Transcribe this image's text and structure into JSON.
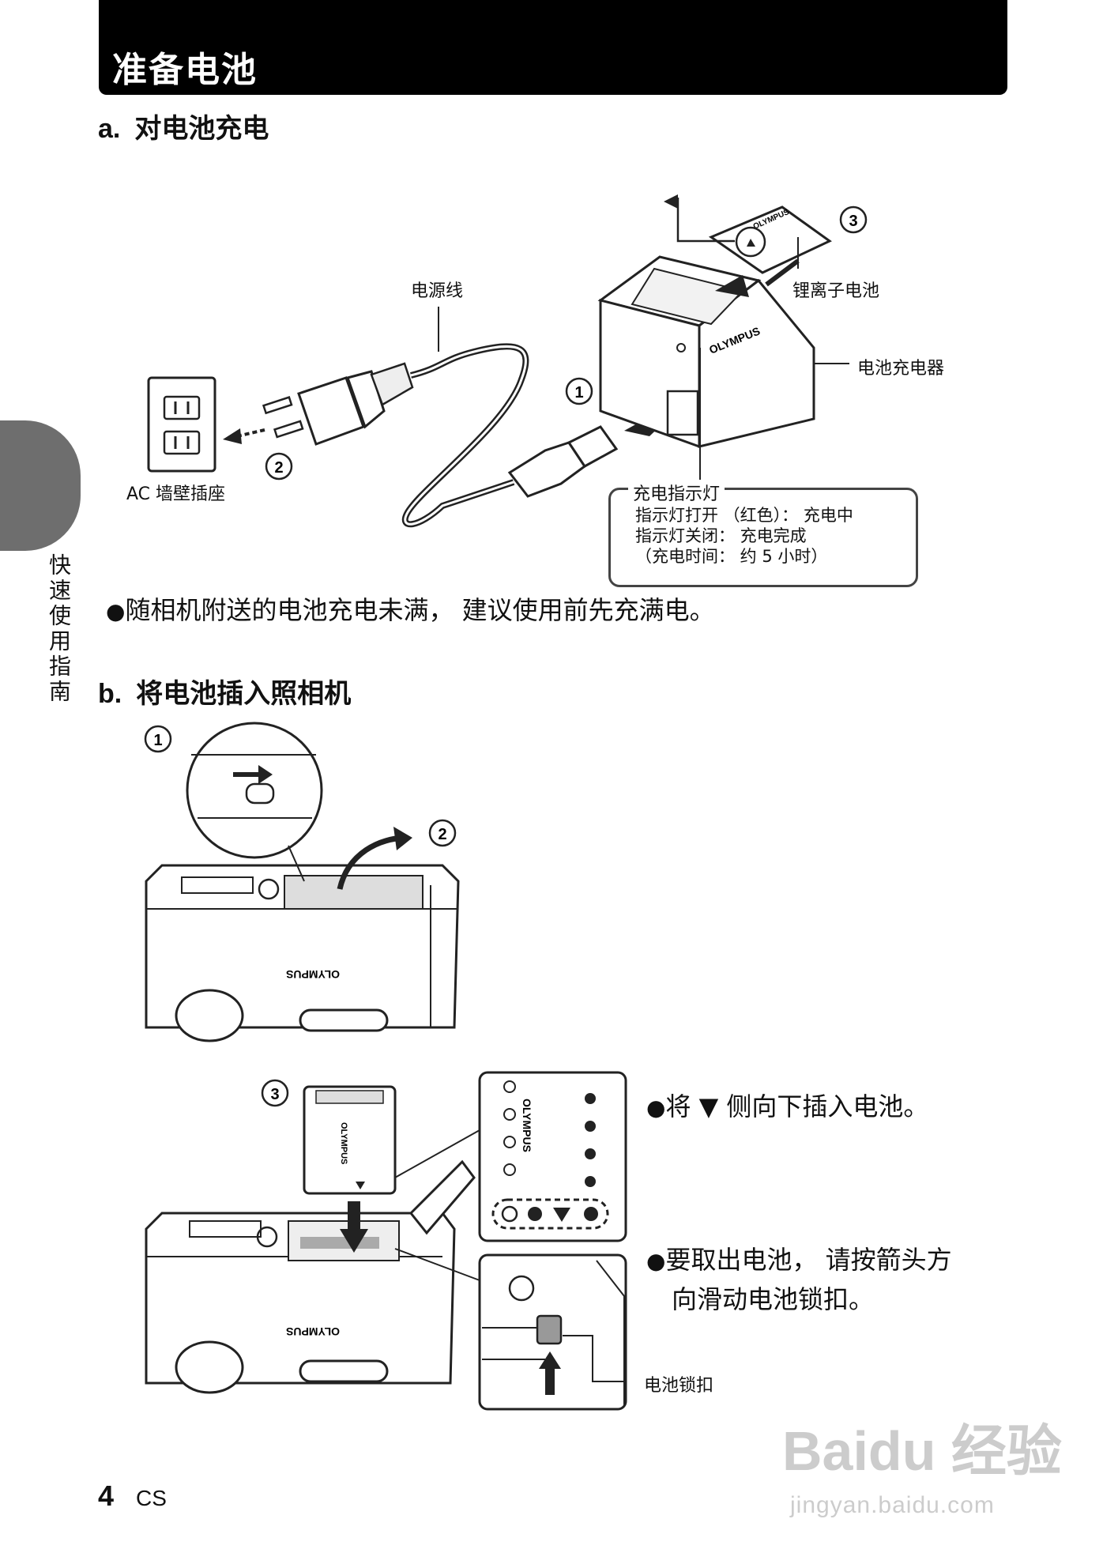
{
  "header": {
    "title": "准备电池"
  },
  "side_tab": {
    "text": "快速使用指南"
  },
  "section_a": {
    "letter": "a.",
    "title": "对电池充电",
    "labels": {
      "power_cord": "电源线",
      "li_ion_battery": "锂离子电池",
      "charger": "电池充电器",
      "ac_outlet": "AC 墙壁插座",
      "indicator": "充电指示灯"
    },
    "indicator_box": {
      "line1": "指示灯打开 （红色）：  充电中",
      "line2": "指示灯关闭：  充电完成",
      "line3": "（充电时间：  约 5 小时）"
    },
    "step_numbers": [
      "1",
      "2",
      "3"
    ],
    "brand": "OLYMPUS",
    "note": "随相机附送的电池充电未满，  建议使用前先充满电。"
  },
  "section_b": {
    "letter": "b.",
    "title": "将电池插入照相机",
    "step_numbers": [
      "1",
      "2",
      "3"
    ],
    "brand": "OLYMPUS",
    "bullet1": "将 ▼ 侧向下插入电池。",
    "bullet2_line1": "要取出电池，  请按箭头方",
    "bullet2_line2": "向滑动电池锁扣。",
    "lock_label": "电池锁扣"
  },
  "footer": {
    "page_number": "4",
    "lang": "CS"
  },
  "watermark": {
    "main": "Baidu 经验",
    "sub": "jingyan.baidu.com"
  }
}
